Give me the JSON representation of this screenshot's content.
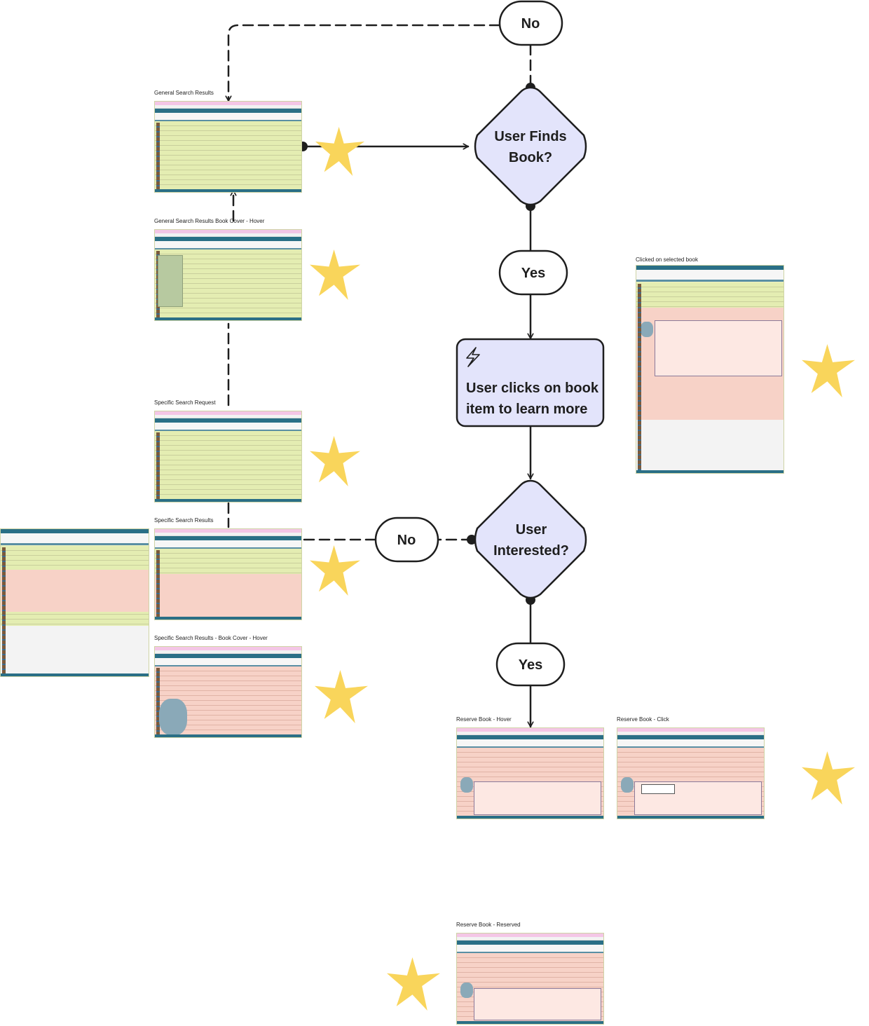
{
  "nodes": {
    "no_top": "No",
    "user_finds_book": [
      "User Finds",
      "Book?"
    ],
    "yes_1": "Yes",
    "action": [
      "User clicks on book",
      "item to learn more"
    ],
    "user_interested": [
      "User",
      "Interested?"
    ],
    "no_mid": "No",
    "yes_2": "Yes"
  },
  "screenshots": {
    "general_search_results": "General Search Results",
    "general_search_cover_hover": "General Search Results Book Cover - Hover",
    "specific_search_request": "Specific Search Request",
    "specific_search_results": "Specific Search Results",
    "specific_search_cover_hover": "Specific Search Results - Book Cover - Hover",
    "clicked_selected_book": "Clicked on selected book",
    "reserve_hover": "Reserve Book - Hover",
    "reserve_click": "Reserve Book - Click",
    "reserve_reserved": "Reserve Book - Reserved"
  },
  "colors": {
    "node_fill": "#e3e4fb",
    "pill_fill": "#ffffff",
    "stroke": "#1e1e1e",
    "star": "#f9d55b"
  },
  "icons": {
    "action": "lightning-icon",
    "decoration": "star-icon"
  }
}
